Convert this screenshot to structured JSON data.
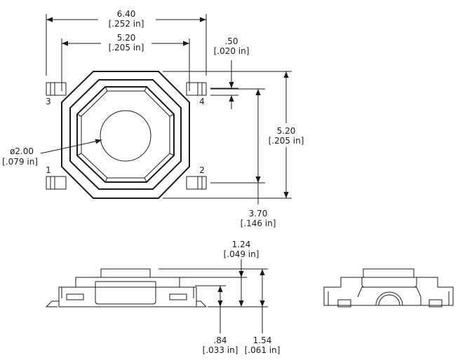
{
  "top_view": {
    "dim_overall_width": {
      "mm": "6.40",
      "in": "[.252 in]"
    },
    "dim_body_width": {
      "mm": "5.20",
      "in": "[.205 in]"
    },
    "dim_pin_thickness": {
      "mm": ".50",
      "in": "[.020 in]"
    },
    "dim_body_height": {
      "mm": "5.20",
      "in": "[.205 in]"
    },
    "dim_pin_pitch": {
      "mm": "3.70",
      "in": "[.146 in]"
    },
    "dim_actuator_dia": {
      "mm": "ø2.00",
      "in": "[.079 in]"
    },
    "pin_labels": {
      "p1": "1",
      "p2": "2",
      "p3": "3",
      "p4": "4"
    }
  },
  "side_view": {
    "dim_total_height": {
      "mm": "1.24",
      "in": "[.049 in]"
    },
    "dim_body_height": {
      "mm": ".84",
      "in": "[.033 in]"
    },
    "dim_overall_height": {
      "mm": "1.54",
      "in": "[.061 in]"
    }
  }
}
